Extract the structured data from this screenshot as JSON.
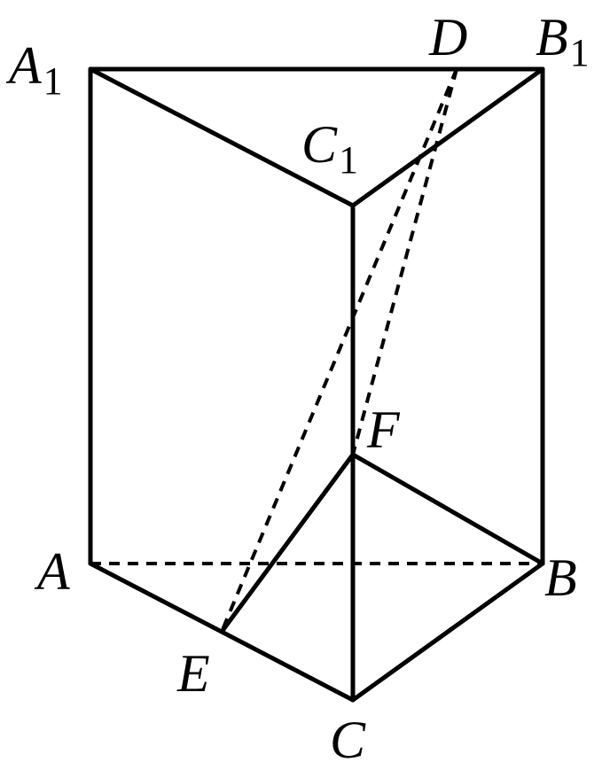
{
  "figure": {
    "stroke_color": "#000000",
    "background": "#ffffff",
    "labels": {
      "A1": {
        "main": "A",
        "sub": "1"
      },
      "B1": {
        "main": "B",
        "sub": "1"
      },
      "C1": {
        "main": "C",
        "sub": "1"
      },
      "D": {
        "main": "D"
      },
      "F": {
        "main": "F"
      },
      "A": {
        "main": "A"
      },
      "B": {
        "main": "B"
      },
      "E": {
        "main": "E"
      },
      "C": {
        "main": "C"
      }
    }
  }
}
